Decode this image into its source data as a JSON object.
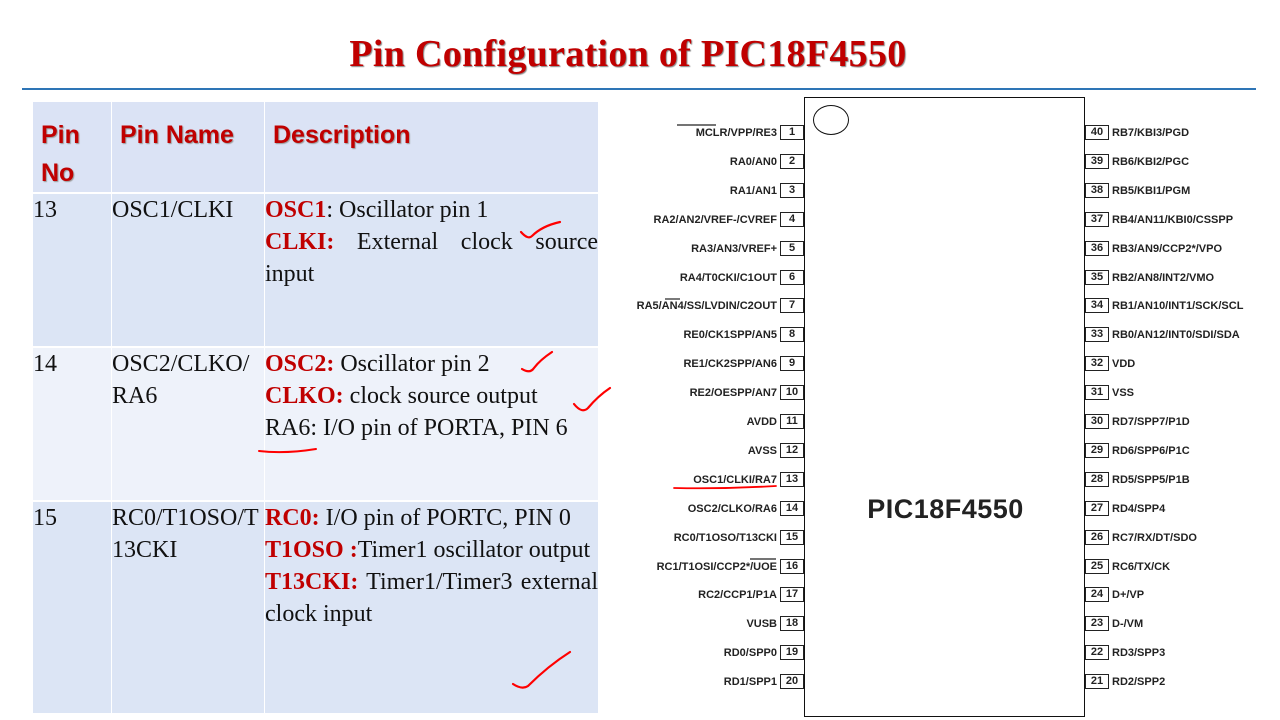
{
  "title": "Pin Configuration of PIC18F4550",
  "table": {
    "headers": {
      "pin_no": "Pin No",
      "pin_name": "Pin Name",
      "description": "Description"
    },
    "rows": [
      {
        "pin_no": "13",
        "pin_name": "OSC1/CLKI",
        "desc": [
          {
            "key": "OSC1",
            "text": ": Oscillator pin 1"
          },
          {
            "key": "CLKI:",
            "text": " External clock source input"
          }
        ]
      },
      {
        "pin_no": "14",
        "pin_name": "OSC2/CLKO/RA6",
        "desc": [
          {
            "key": "OSC2:",
            "text": " Oscillator pin 2"
          },
          {
            "key": "CLKO:",
            "text": " clock source output"
          },
          {
            "key": "",
            "text": "RA6: I/O pin of PORTA, PIN 6"
          }
        ]
      },
      {
        "pin_no": "15",
        "pin_name": "RC0/T1OSO/T13CKI",
        "desc": [
          {
            "key": "RC0:",
            "text": " I/O pin of PORTC, PIN 0"
          },
          {
            "key": "T1OSO :",
            "text": "Timer1 oscillator output"
          },
          {
            "key": "T13CKI:",
            "text": " Timer1/Timer3 external clock input"
          }
        ]
      }
    ]
  },
  "chip": {
    "name": "PIC18F4550",
    "left_pins": [
      {
        "num": "1",
        "label": "MCLR/VPP/RE3"
      },
      {
        "num": "2",
        "label": "RA0/AN0"
      },
      {
        "num": "3",
        "label": "RA1/AN1"
      },
      {
        "num": "4",
        "label": "RA2/AN2/VREF-/CVREF"
      },
      {
        "num": "5",
        "label": "RA3/AN3/VREF+"
      },
      {
        "num": "6",
        "label": "RA4/T0CKI/C1OUT"
      },
      {
        "num": "7",
        "label": "RA5/AN4/SS/LVDIN/C2OUT"
      },
      {
        "num": "8",
        "label": "RE0/CK1SPP/AN5"
      },
      {
        "num": "9",
        "label": "RE1/CK2SPP/AN6"
      },
      {
        "num": "10",
        "label": "RE2/OESPP/AN7"
      },
      {
        "num": "11",
        "label": "AVDD"
      },
      {
        "num": "12",
        "label": "AVSS"
      },
      {
        "num": "13",
        "label": "OSC1/CLKI/RA7"
      },
      {
        "num": "14",
        "label": "OSC2/CLKO/RA6"
      },
      {
        "num": "15",
        "label": "RC0/T1OSO/T13CKI"
      },
      {
        "num": "16",
        "label": "RC1/T1OSI/CCP2*/UOE"
      },
      {
        "num": "17",
        "label": "RC2/CCP1/P1A"
      },
      {
        "num": "18",
        "label": "VUSB"
      },
      {
        "num": "19",
        "label": "RD0/SPP0"
      },
      {
        "num": "20",
        "label": "RD1/SPP1"
      }
    ],
    "right_pins": [
      {
        "num": "40",
        "label": "RB7/KBI3/PGD"
      },
      {
        "num": "39",
        "label": "RB6/KBI2/PGC"
      },
      {
        "num": "38",
        "label": "RB5/KBI1/PGM"
      },
      {
        "num": "37",
        "label": "RB4/AN11/KBI0/CSSPP"
      },
      {
        "num": "36",
        "label": "RB3/AN9/CCP2*/VPO"
      },
      {
        "num": "35",
        "label": "RB2/AN8/INT2/VMO"
      },
      {
        "num": "34",
        "label": "RB1/AN10/INT1/SCK/SCL"
      },
      {
        "num": "33",
        "label": "RB0/AN12/INT0/SDI/SDA"
      },
      {
        "num": "32",
        "label": "VDD"
      },
      {
        "num": "31",
        "label": "VSS"
      },
      {
        "num": "30",
        "label": "RD7/SPP7/P1D"
      },
      {
        "num": "29",
        "label": "RD6/SPP6/P1C"
      },
      {
        "num": "28",
        "label": "RD5/SPP5/P1B"
      },
      {
        "num": "27",
        "label": "RD4/SPP4"
      },
      {
        "num": "26",
        "label": "RC7/RX/DT/SDO"
      },
      {
        "num": "25",
        "label": "RC6/TX/CK"
      },
      {
        "num": "24",
        "label": "D+/VP"
      },
      {
        "num": "23",
        "label": "D-/VM"
      },
      {
        "num": "22",
        "label": "RD3/SPP3"
      },
      {
        "num": "21",
        "label": "RD2/SPP2"
      }
    ]
  },
  "colors": {
    "accent_red": "#c00000",
    "rule_blue": "#2e75b6",
    "header_bg": "#dbe3f5",
    "row_bg_a": "#dce5f5",
    "row_bg_b": "#eef2fa",
    "ink": "#ff0000"
  }
}
